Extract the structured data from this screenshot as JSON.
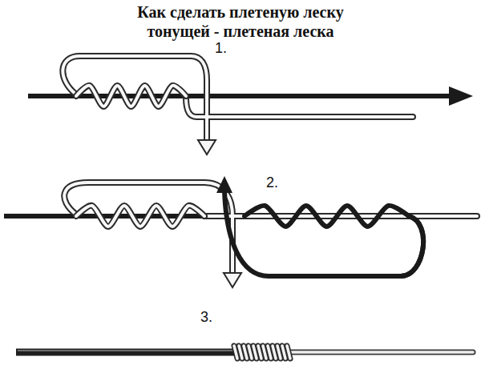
{
  "diagram": {
    "title": "Как сделать плетеную леску тонущей - плетеная леска",
    "labels": [
      "1.",
      "2.",
      "3."
    ]
  }
}
